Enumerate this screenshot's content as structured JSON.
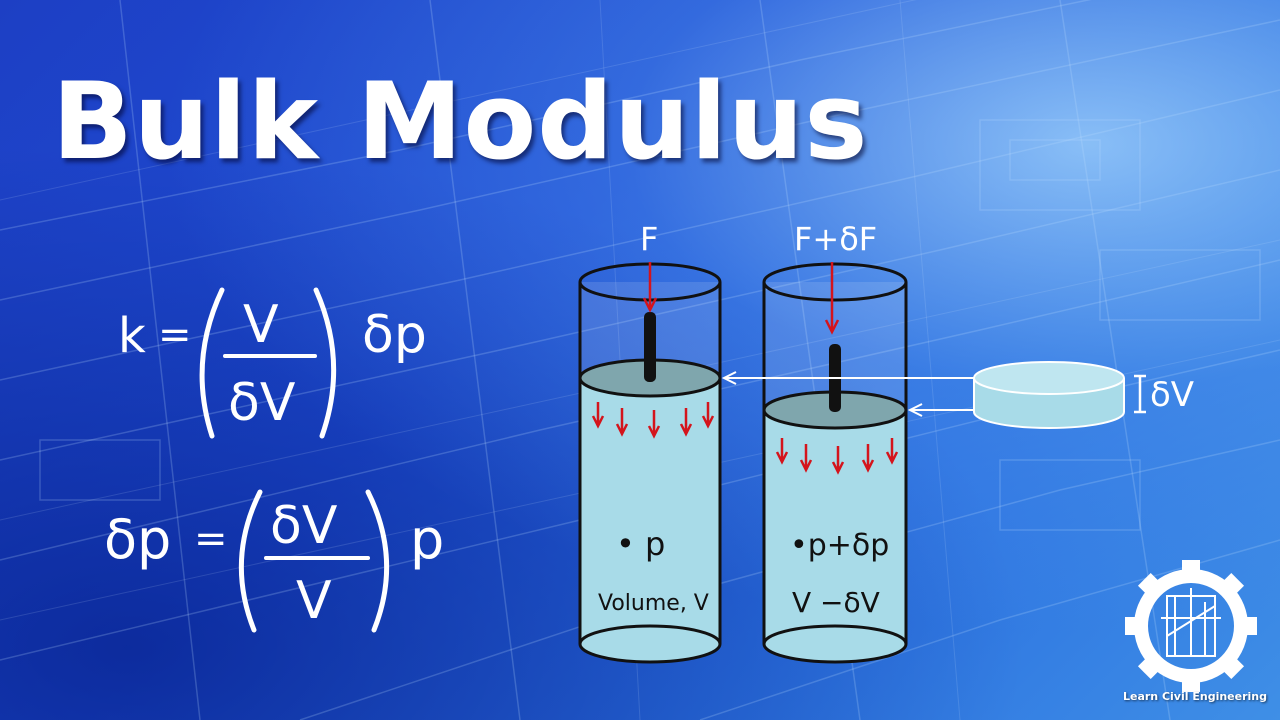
{
  "title": "Bulk Modulus",
  "formula1": {
    "lhs": "k",
    "eq": "=",
    "numerator": "V",
    "denominator": "δV",
    "rhs": "δp"
  },
  "formula2": {
    "lhs": "δp",
    "eq": "=",
    "numerator": "δV",
    "denominator": "V",
    "rhs": "p"
  },
  "cylinder_left": {
    "force": "F",
    "pressure": "• p",
    "volume": "Volume, V"
  },
  "cylinder_right": {
    "force": "F+δF",
    "pressure": "•p+δp",
    "volume": "V −δV"
  },
  "disc_label": "δV",
  "logo": {
    "name": "Learn Civil Engineering",
    "icon": "gear-building-logo-icon"
  },
  "colors": {
    "background": "#1f4fd6",
    "liquid": "#a8dbe8",
    "force_arrow": "#d4141c",
    "text": "#ffffff"
  }
}
